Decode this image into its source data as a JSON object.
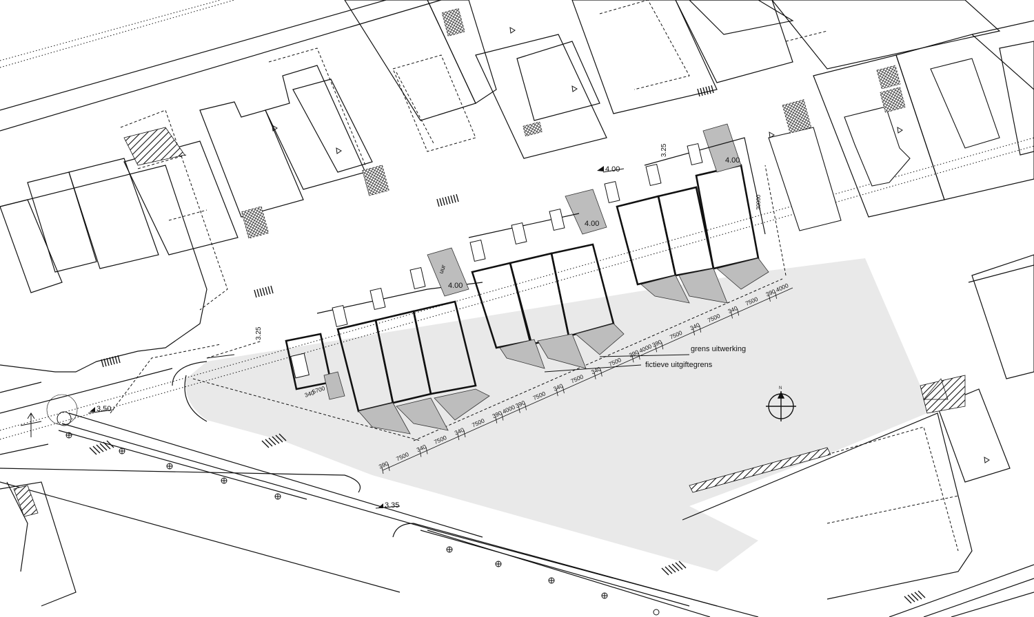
{
  "labels": {
    "grens": "grens uitwerking",
    "fictieve": "fictieve uitgiftegrens",
    "level_400_a": "4.00",
    "level_400_b": "4.00",
    "level_400_c": "4.00",
    "level_400_d": "4.00",
    "level_350": "3.50",
    "level_335": "3.35",
    "level_325_a": "3.25",
    "level_325_b": "3.25",
    "uur": "uur",
    "north": "N",
    "depth_30000": "30000"
  },
  "dimensions": {
    "lower_row": [
      "390",
      "7500",
      "340",
      "7500",
      "340",
      "7500",
      "390",
      "4000",
      "390",
      "7500",
      "340",
      "7500",
      "340",
      "7500",
      "390",
      "4000",
      "390",
      "7500",
      "340",
      "7500",
      "340",
      "7500",
      "390",
      "4000"
    ],
    "left_small": [
      "340",
      "5700"
    ]
  },
  "colors": {
    "line": "#111111",
    "zone": "#e9e9e9",
    "garden": "#bdbdbd"
  }
}
